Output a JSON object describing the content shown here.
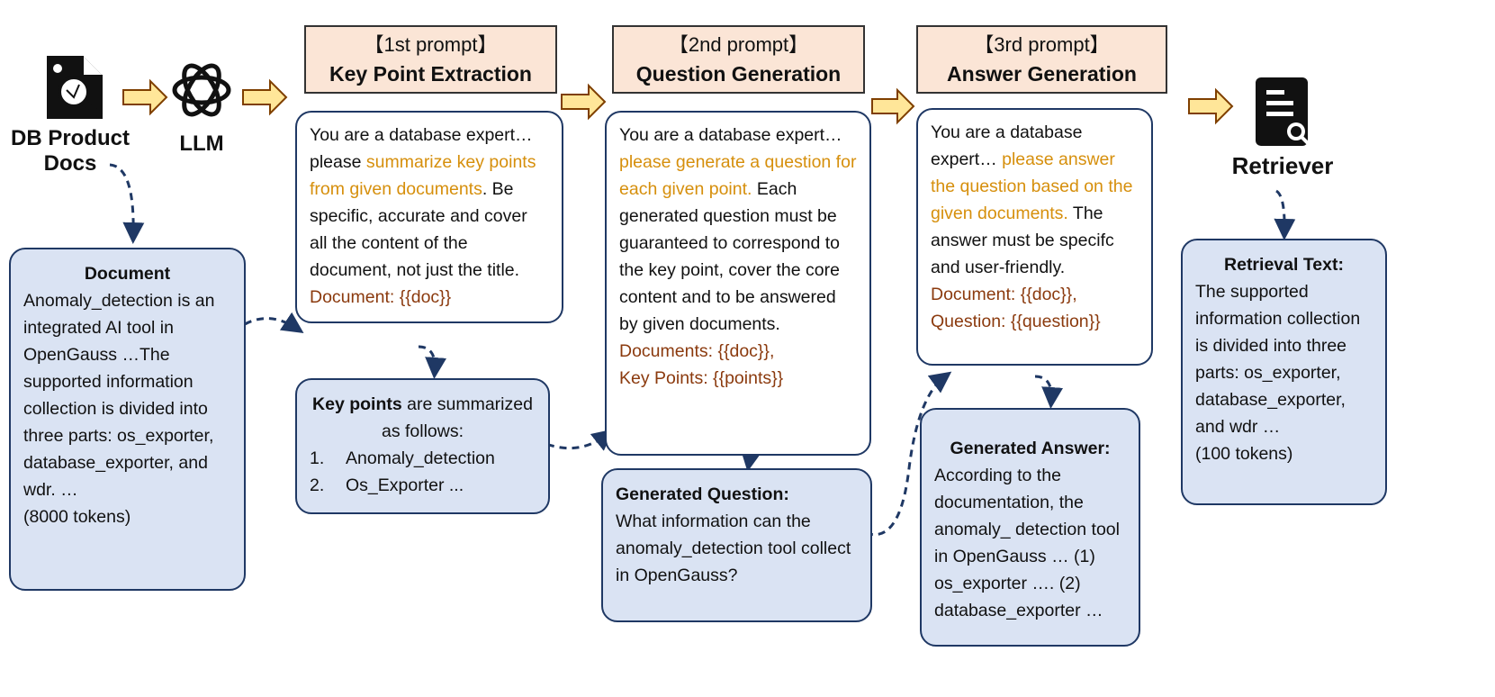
{
  "source": {
    "label": "DB Product Docs",
    "icon": "document-search-icon"
  },
  "llm": {
    "label": "LLM",
    "icon": "openai-logo-icon"
  },
  "retriever": {
    "label": "Retriever",
    "icon": "document-search-icon"
  },
  "colors": {
    "header_fill": "#fbe5d6",
    "box_fill": "#dae3f3",
    "border": "#1f3864",
    "highlight": "#d68f0c",
    "variable": "#8b3a0e",
    "arrow_fill": "#ffe699"
  },
  "prompts": [
    {
      "tag": "【1st prompt】",
      "title": "Key Point Extraction",
      "pre": "You are a database expert… please ",
      "highlight": "summarize key points from given documents",
      "post": ". Be specific, accurate and cover all the content of the document, not just the title.",
      "vars": [
        "Document: {{doc}}"
      ]
    },
    {
      "tag": "【2nd prompt】",
      "title": "Question Generation",
      "pre": "You are a database expert… ",
      "highlight": "please generate a question for each given point.",
      "post": " Each generated question must be guaranteed to correspond to the key point, cover the core content and to be answered by given documents.",
      "vars": [
        "Documents: {{doc}},",
        "Key Points: {{points}}"
      ]
    },
    {
      "tag": "【3rd prompt】",
      "title": "Answer Generation",
      "pre": "You are a database expert… ",
      "highlight": "please answer the question based on the given documents.",
      "post": " The answer must be specifc and user-friendly.",
      "vars": [
        "Document: {{doc}},",
        "Question: {{question}}"
      ]
    }
  ],
  "document": {
    "title": "Document",
    "text": "Anomaly_detection is an integrated AI tool in OpenGauss …The supported information collection is divided into three parts: os_exporter, database_exporter, and wdr. …",
    "tokens": "(8000 tokens)"
  },
  "key_points": {
    "title": "Key points",
    "text": " are summarized as follows:",
    "items": [
      "Anomaly_detection",
      "Os_Exporter ..."
    ]
  },
  "generated_question": {
    "title": "Generated Question:",
    "text": "What information can the anomaly_detection tool collect in OpenGauss?"
  },
  "generated_answer": {
    "title": "Generated Answer:",
    "text": "According to the documentation, the anomaly_ detection tool in OpenGauss … (1) os_exporter …. (2) database_exporter …"
  },
  "retrieval": {
    "title": "Retrieval Text:",
    "text": "The supported information collection is divided into three parts: os_exporter, database_exporter, and wdr …",
    "tokens": "(100 tokens)"
  }
}
